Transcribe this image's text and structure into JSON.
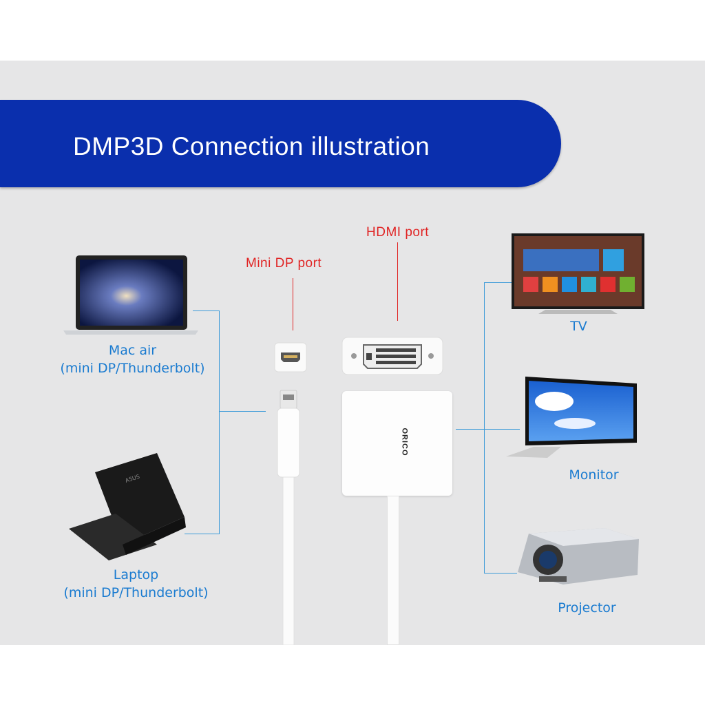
{
  "title": "DMP3D Connection illustration",
  "ports": {
    "mini_dp": "Mini DP port",
    "hdmi": "HDMI port"
  },
  "sources": [
    {
      "name": "Mac air",
      "detail": "(mini DP/Thunderbolt)"
    },
    {
      "name": "Laptop",
      "detail": "(mini DP/Thunderbolt)"
    }
  ],
  "outputs": [
    "TV",
    "Monitor",
    "Projector"
  ],
  "adapter": {
    "brand": "ORICO"
  },
  "colors": {
    "banner": "#0a2fad",
    "label_blue": "#1a7bd0",
    "port_red": "#e02424",
    "background": "#e6e6e7"
  }
}
